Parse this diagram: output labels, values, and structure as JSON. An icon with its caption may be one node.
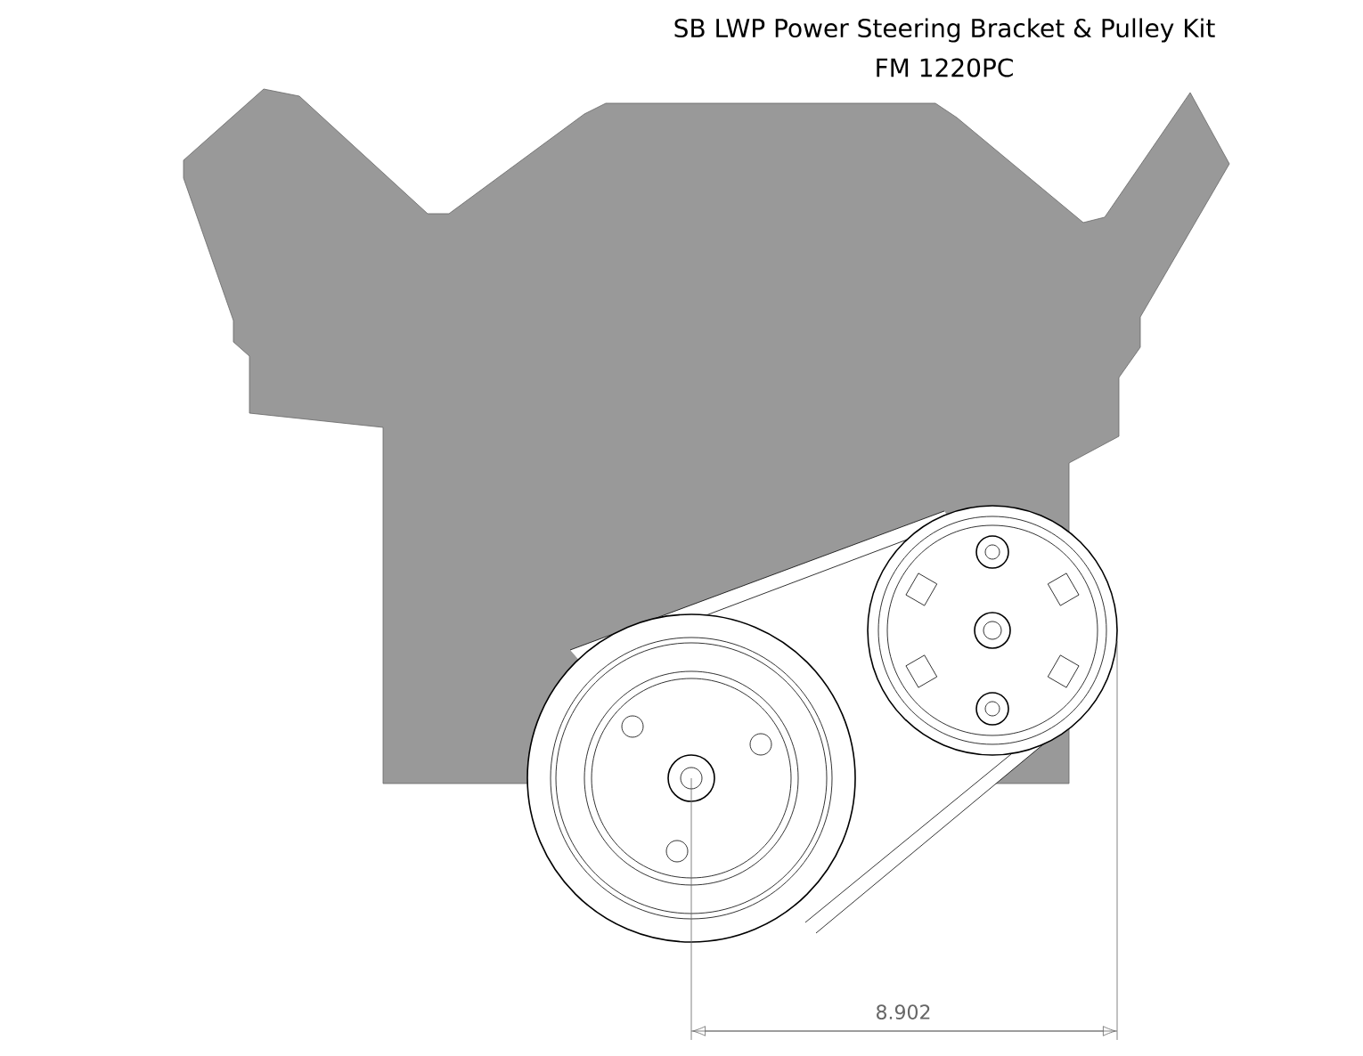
{
  "diagram": {
    "title": "SB LWP Power Steering Bracket & Pulley Kit",
    "labels": [
      "FM 1220PC",
      "8.902"
    ]
  }
}
